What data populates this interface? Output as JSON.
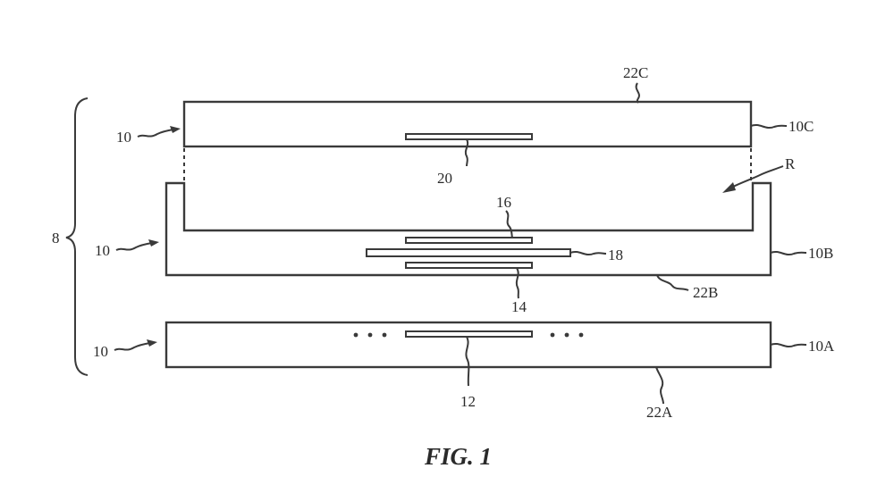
{
  "labels": {
    "group": "8",
    "device_top": "10",
    "device_mid": "10",
    "device_bot": "10",
    "c_layer": "10C",
    "b_layer": "10B",
    "a_layer": "10A",
    "surface_c": "22C",
    "surface_b": "22B",
    "surface_a": "22A",
    "comp_20": "20",
    "comp_16": "16",
    "comp_18": "18",
    "comp_14": "14",
    "comp_12": "12",
    "recess": "R"
  },
  "caption": "FIG. 1"
}
